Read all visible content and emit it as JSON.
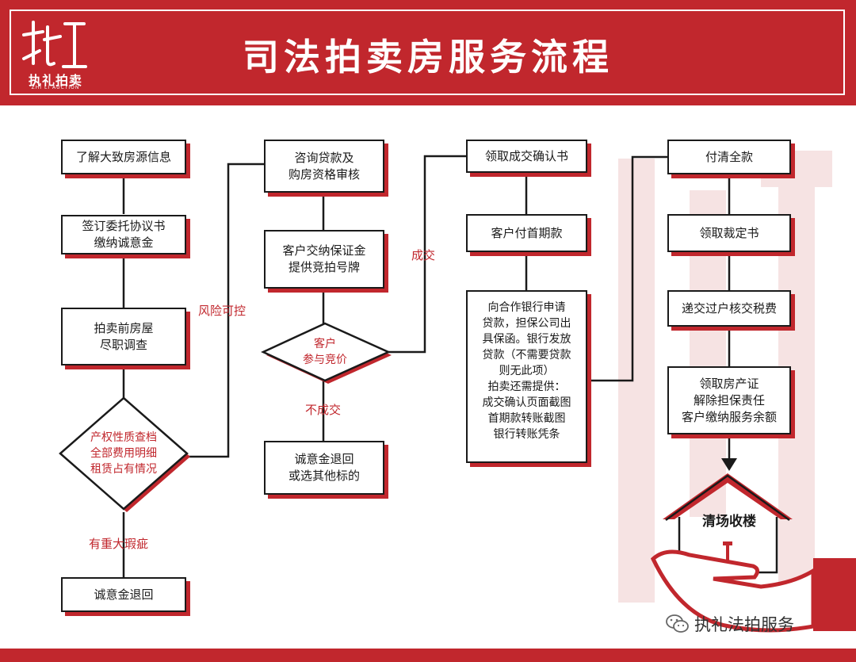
{
  "header": {
    "title": "司法拍卖房服务流程",
    "logo_text": "执礼拍卖",
    "logo_sub": "ZHI LI AUCTION"
  },
  "flow": {
    "col1": [
      "了解大致房源信息",
      "签订委托协议书\n缴纳诚意金",
      "拍卖前房屋\n尽职调查"
    ],
    "col1_decision": "产权性质查档\n全部费用明细\n租赁占有情况",
    "col1_defect_label": "有重大瑕疵",
    "col1_end": "诚意金退回",
    "risk_label": "风险可控",
    "col2": [
      "咨询贷款及\n购房资格审核",
      "客户交纳保证金\n提供竞拍号牌"
    ],
    "col2_decision": "客户\n参与竞价",
    "col2_fail_label": "不成交",
    "col2_end": "诚意金退回\n或选其他标的",
    "deal_label": "成交",
    "col3": [
      "领取成交确认书",
      "客户付首期款"
    ],
    "col3_detail": "向合作银行申请\n贷款，担保公司出\n具保函。银行发放\n贷款（不需要贷款\n则无此项）\n拍卖还需提供：\n成交确认页面截图\n首期款转账截图\n银行转账凭条",
    "col4": [
      "付清全款",
      "领取裁定书",
      "递交过户核交税费",
      "领取房产证\n解除担保责任\n客户缴纳服务余额"
    ],
    "final": "清场收楼"
  },
  "watermark": {
    "account": "执礼法拍服务"
  },
  "colors": {
    "brand_red": "#c1272d",
    "ink": "#1a1a1a"
  }
}
